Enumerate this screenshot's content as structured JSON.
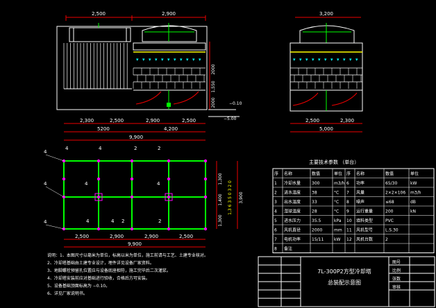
{
  "front_view": {
    "width_left": "2,500",
    "width_right": "2,900",
    "dim_h1": "2000",
    "dim_h2": "1,550",
    "dim_h3": "2000",
    "level_1": "−0.10",
    "level_2": "−5.00",
    "bottom_d1": "2,300",
    "bottom_d2": "2,500",
    "bottom_d3": "2,900",
    "bottom_d4": "2,500",
    "bottom_total_left": "5200",
    "bottom_total_right": "4,200",
    "bottom_overall": "9,900"
  },
  "side_view": {
    "top_dim": "3,200",
    "bottom_d1": "2,500",
    "bottom_d2": "2,300",
    "bottom_total": "5,000"
  },
  "plan": {
    "column_tags": [
      "4",
      "4",
      "2",
      "2"
    ],
    "row_tags": [
      "4",
      "4",
      "4"
    ],
    "bottom_tags": [
      "4",
      "4",
      "2",
      "2"
    ],
    "center_tags": [
      "4",
      "4"
    ],
    "right_dims": [
      "1,300",
      "1,400",
      "1,300"
    ],
    "right_total": "3,900",
    "right_note": "1,3 6 3 5 0 3 2 0",
    "bottom_dims": [
      "2,500",
      "2,900",
      "2,900",
      "2,500"
    ],
    "bottom_total": "9,900"
  },
  "table": {
    "title": "主要技术参数 （单台）",
    "headers": [
      "序",
      "名称",
      "数值",
      "单位",
      "序",
      "名称",
      "数值",
      "单位"
    ],
    "rows": [
      [
        "1",
        "冷却水量",
        "300",
        "m3/h",
        "6",
        "功率",
        "65/30",
        "kW"
      ],
      [
        "2",
        "进水温度",
        "38",
        "°C",
        "7",
        "风量",
        "2×2×106",
        "m3/h"
      ],
      [
        "3",
        "出水温度",
        "33",
        "°C",
        "8",
        "噪声",
        "≤68",
        "dB"
      ],
      [
        "4",
        "湿球温度",
        "28",
        "°C",
        "9",
        "运行重量",
        "200",
        "kN"
      ],
      [
        "5",
        "进水压力",
        "35.5",
        "kPa",
        "10",
        "填料类型",
        "PVC",
        ""
      ],
      [
        "6",
        "风机直径",
        "2000",
        "mm",
        "11",
        "风机型号",
        "L.S.30",
        ""
      ],
      [
        "7",
        "电机功率",
        "15/11",
        "kW",
        "12",
        "风机台数",
        "2",
        ""
      ],
      [
        "8",
        "备注",
        "",
        "",
        "",
        "",
        "",
        ""
      ]
    ]
  },
  "title_block": {
    "line1": "7L-300P2方型冷却塔",
    "line2": "总装配示意图",
    "side_labels": [
      "图号",
      "比例",
      "张数",
      "审核"
    ]
  },
  "notes": [
    "说明：1、本图尺寸以毫米为单位，标高以米为单位，施工前请与工艺、土建专业核对。",
    "   2、冷却塔基础由土建专业设计，埋件详见设备厂家资料。",
    "   3、地脚螺栓预留孔位置应与设备底座相符，施工完毕后二次灌浆。",
    "   4、冷却塔安装前应对基础进行验收，合格后方可安装。",
    "   5、设备基础顶面标高为 −0.10。",
    "   6、详见厂家说明书。"
  ]
}
